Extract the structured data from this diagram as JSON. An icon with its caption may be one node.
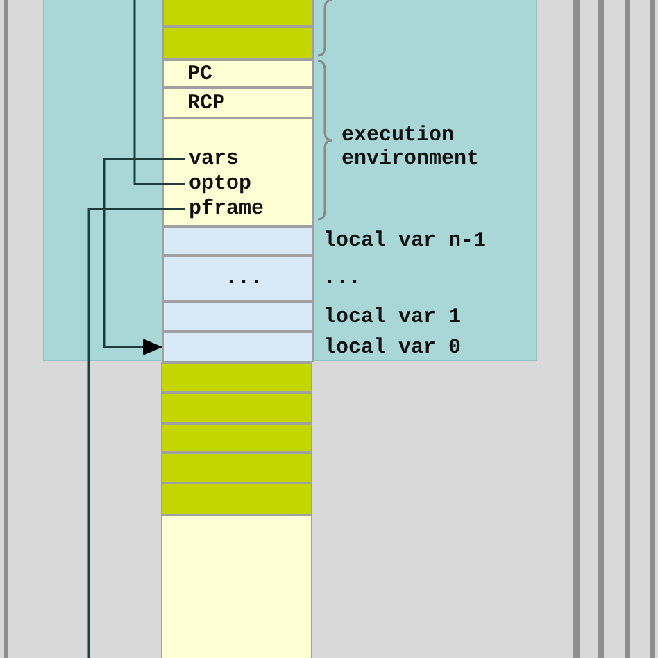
{
  "diagram": {
    "nodes": [
      {
        "text": [],
        "shape": "box"
      },
      {
        "text": [],
        "shape": "box",
        "in": 0
      },
      {
        "text": [],
        "shape": "box",
        "in": 0
      },
      {
        "text": [
          "PC"
        ],
        "in": 0
      },
      {
        "text": [
          "RCP"
        ],
        "in": 0
      },
      {
        "text": [],
        "shape": "box",
        "in": 0
      },
      {
        "text": [
          "vars"
        ],
        "in": 5
      },
      {
        "text": [
          "optop"
        ],
        "in": 5
      },
      {
        "text": [
          "pframe"
        ],
        "in": 5
      },
      {
        "text": [],
        "shape": "box",
        "in": 0,
        "beside": [
          "local var n-1"
        ]
      },
      {
        "text": [
          "..."
        ],
        "in": 0,
        "beside": [
          "..."
        ]
      },
      {
        "text": [],
        "shape": "box",
        "in": 0,
        "beside": [
          "local var 1"
        ]
      },
      {
        "text": [],
        "shape": "box",
        "in": 0,
        "beside": [
          "local var 0"
        ]
      },
      {
        "text": [],
        "shape": "box"
      },
      {
        "text": [],
        "shape": "box"
      },
      {
        "text": [],
        "shape": "box"
      },
      {
        "text": [],
        "shape": "box"
      },
      {
        "text": [],
        "shape": "box"
      },
      {
        "text": [],
        "shape": "box"
      }
    ],
    "edges": [
      {
        "from": 6,
        "to": 12,
        "arrow": "to"
      },
      {
        "from": 7,
        "to": null,
        "arrow": "none"
      },
      {
        "from": 8,
        "to": null,
        "arrow": "none"
      }
    ],
    "labels": [
      "execution environment"
    ]
  }
}
